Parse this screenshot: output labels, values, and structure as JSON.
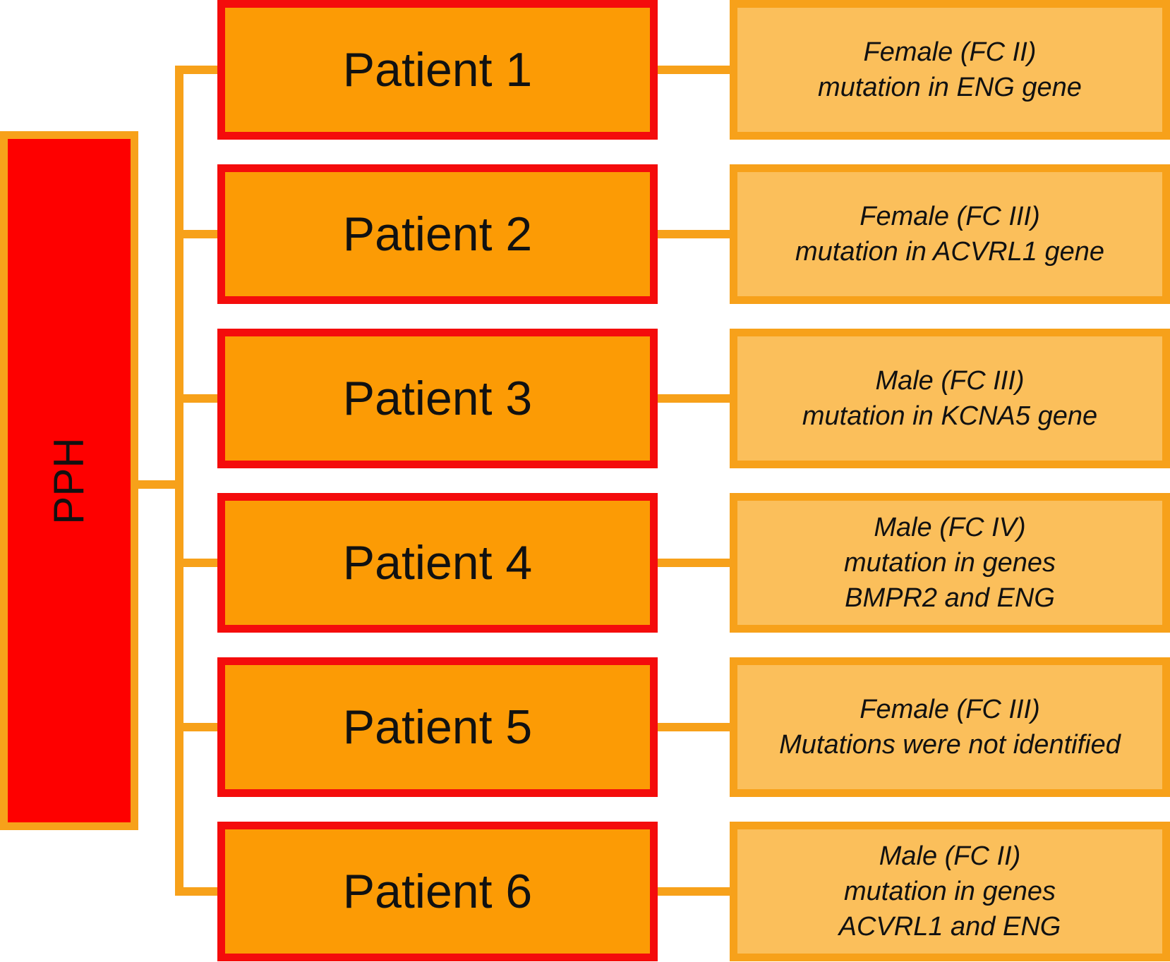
{
  "root": {
    "label": "PPH"
  },
  "colors": {
    "root_fill": "#fe0000",
    "patient_fill": "#fc9b05",
    "patient_border": "#f40c0c",
    "info_fill": "#fbbf5b",
    "connector": "#f7a11a"
  },
  "patients": [
    {
      "label": "Patient 1",
      "info": [
        "Female (FC II)",
        "mutation in ENG gene"
      ]
    },
    {
      "label": "Patient 2",
      "info": [
        "Female (FC III)",
        "mutation in ACVRL1 gene"
      ]
    },
    {
      "label": "Patient 3",
      "info": [
        "Male (FC III)",
        "mutation in KCNA5 gene"
      ]
    },
    {
      "label": "Patient 4",
      "info": [
        "Male (FC IV)",
        "mutation in genes",
        "BMPR2 and ENG"
      ]
    },
    {
      "label": "Patient 5",
      "info": [
        "Female (FC III)",
        "Mutations were not identified"
      ]
    },
    {
      "label": "Patient 6",
      "info": [
        "Male (FC II)",
        "mutation in genes",
        "ACVRL1 and ENG"
      ]
    }
  ]
}
